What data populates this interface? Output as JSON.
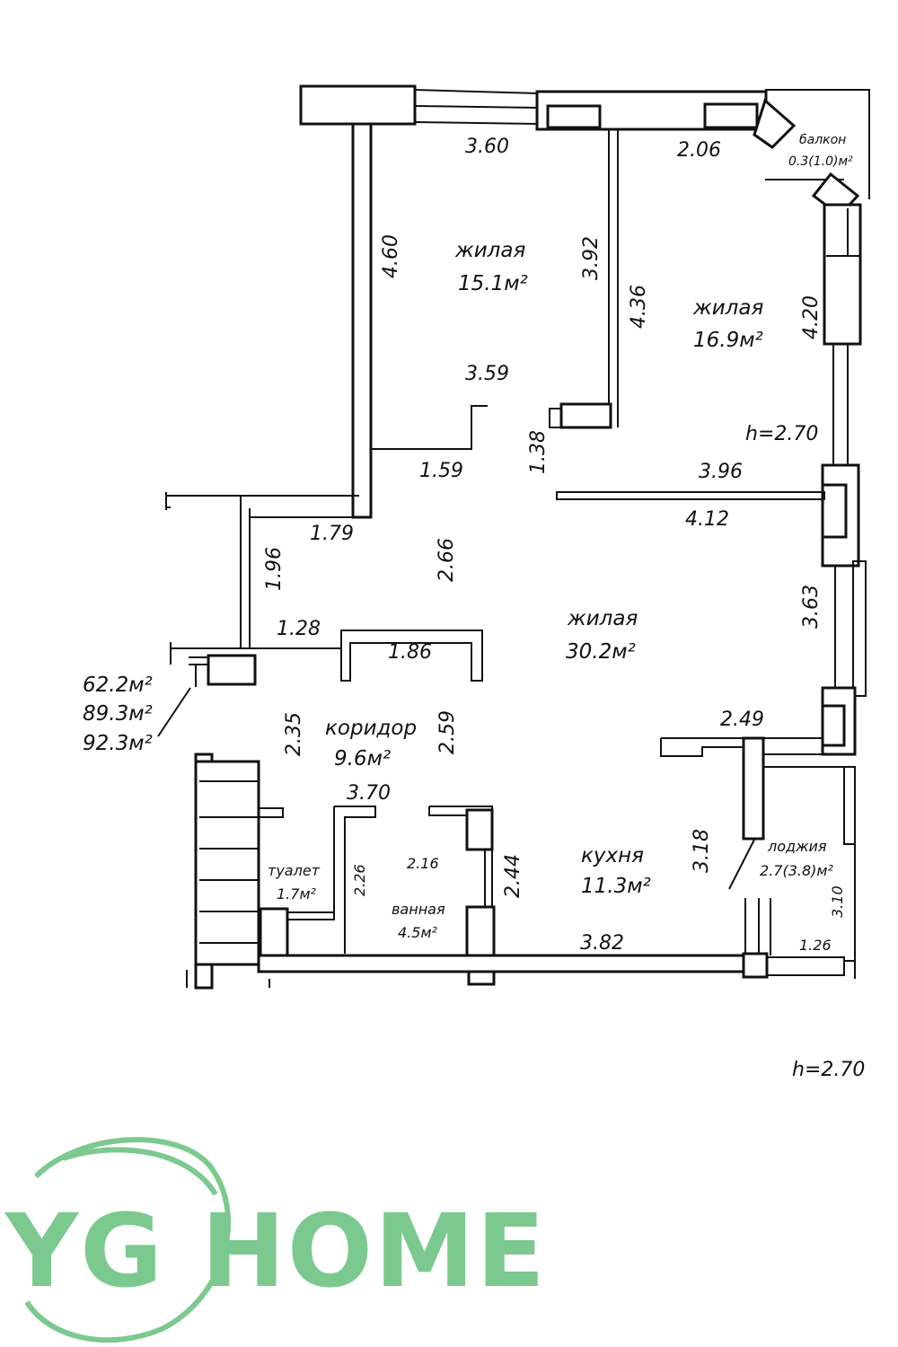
{
  "plan": {
    "rooms": [
      {
        "key": "living1",
        "name": "жилая",
        "area": "15.1м²"
      },
      {
        "key": "living2",
        "name": "жилая",
        "area": "16.9м²"
      },
      {
        "key": "living3",
        "name": "жилая",
        "area": "30.2м²"
      },
      {
        "key": "corridor",
        "name": "коридор",
        "area": "9.6м²"
      },
      {
        "key": "toilet",
        "name": "туалет",
        "area": "1.7м²"
      },
      {
        "key": "bath",
        "name": "ванная",
        "area": "4.5м²"
      },
      {
        "key": "kitchen",
        "name": "кухня",
        "area": "11.3м²"
      },
      {
        "key": "loggia",
        "name": "лоджия",
        "area": "2.7(3.8)м²"
      },
      {
        "key": "balcony",
        "name": "балкон",
        "area": "0.3(1.0)м²"
      }
    ],
    "dimensions": [
      "3.60",
      "2.06",
      "4.60",
      "3.92",
      "4.36",
      "4.20",
      "3.59",
      "1.38",
      "1.59",
      "3.96",
      "4.12",
      "1.79",
      "2.66",
      "1.96",
      "3.63",
      "1.28",
      "1.86",
      "2.49",
      "2.35",
      "2.59",
      "3.70",
      "3.18",
      "2.26",
      "2.16",
      "2.44",
      "3.10",
      "3.82",
      "1.26"
    ],
    "height": "h=2.70",
    "totals": [
      "62.2м²",
      "89.3м²",
      "92.3м²"
    ],
    "footer_height": "h=2.70"
  },
  "logo": {
    "text": "YG HOME",
    "color": "#7cc98f"
  }
}
